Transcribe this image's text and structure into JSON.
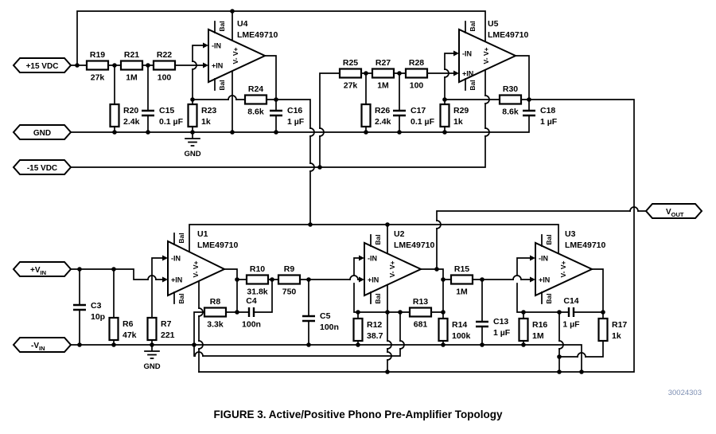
{
  "figure": {
    "caption": "FIGURE 3. Active/Positive Phono Pre-Amplifier Topology",
    "watermark": "30024303"
  },
  "colors": {
    "line": "#000000",
    "background": "#ffffff",
    "watermark": "#7d8fb3"
  },
  "terminals": {
    "p15": "+15 VDC",
    "gnd": "GND",
    "m15": "-15 VDC",
    "vin_p": {
      "main": "+V",
      "sub": "IN"
    },
    "vin_m": {
      "main": "-V",
      "sub": "IN"
    },
    "vout": {
      "main": "V",
      "sub": "OUT"
    }
  },
  "gnd_symbol_label": "GND",
  "opamp_pins": {
    "inv": "-IN",
    "noninv": "+IN",
    "rails": "V- V+",
    "bal": "Bal"
  },
  "opamps": [
    {
      "id": "U4",
      "part": "LME49710"
    },
    {
      "id": "U5",
      "part": "LME49710"
    },
    {
      "id": "U1",
      "part": "LME49710"
    },
    {
      "id": "U2",
      "part": "LME49710"
    },
    {
      "id": "U3",
      "part": "LME49710"
    }
  ],
  "components": [
    {
      "ref": "R19",
      "val": "27k"
    },
    {
      "ref": "R21",
      "val": "1M"
    },
    {
      "ref": "R22",
      "val": "100"
    },
    {
      "ref": "R20",
      "val": "2.4k"
    },
    {
      "ref": "C15",
      "val": "0.1 µF"
    },
    {
      "ref": "R23",
      "val": "1k"
    },
    {
      "ref": "R24",
      "val": "8.6k"
    },
    {
      "ref": "C16",
      "val": "1 µF"
    },
    {
      "ref": "R25",
      "val": "27k"
    },
    {
      "ref": "R27",
      "val": "1M"
    },
    {
      "ref": "R28",
      "val": "100"
    },
    {
      "ref": "R26",
      "val": "2.4k"
    },
    {
      "ref": "C17",
      "val": "0.1 µF"
    },
    {
      "ref": "R29",
      "val": "1k"
    },
    {
      "ref": "R30",
      "val": "8.6k"
    },
    {
      "ref": "C18",
      "val": "1 µF"
    },
    {
      "ref": "C3",
      "val": "10p"
    },
    {
      "ref": "R6",
      "val": "47k"
    },
    {
      "ref": "R7",
      "val": "221"
    },
    {
      "ref": "R8",
      "val": "3.3k"
    },
    {
      "ref": "R10",
      "val": "31.8k"
    },
    {
      "ref": "C4",
      "val": "100n"
    },
    {
      "ref": "R9",
      "val": "750"
    },
    {
      "ref": "C5",
      "val": "100n"
    },
    {
      "ref": "R12",
      "val": "38.7"
    },
    {
      "ref": "R13",
      "val": "681"
    },
    {
      "ref": "R14",
      "val": "100k"
    },
    {
      "ref": "C13",
      "val": "1 µF"
    },
    {
      "ref": "R15",
      "val": "1M"
    },
    {
      "ref": "R16",
      "val": "1M"
    },
    {
      "ref": "C14",
      "val": "1 µF"
    },
    {
      "ref": "R17",
      "val": "1k"
    }
  ]
}
